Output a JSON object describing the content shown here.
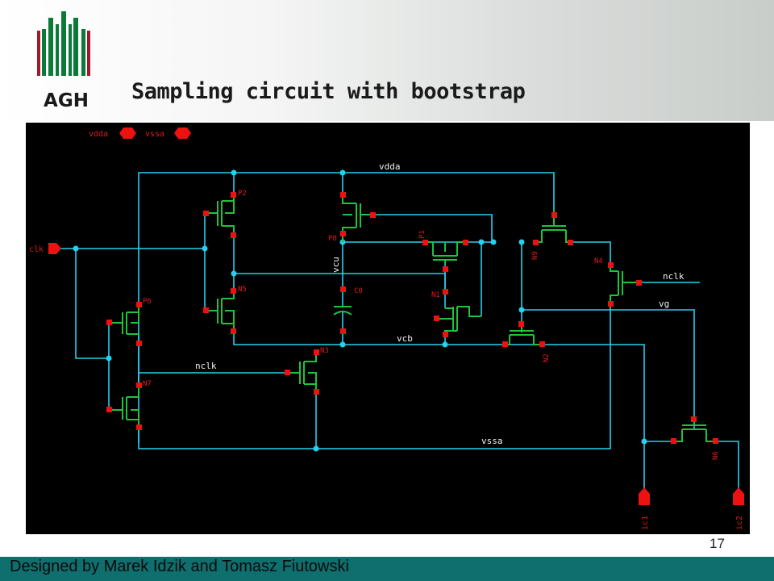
{
  "slide": {
    "title": "Sampling circuit with bootstrap",
    "page_number": "17",
    "credits": "Designed by Marek Idzik and Tomasz Fiutowski",
    "logo_text": "AGH"
  },
  "colors": {
    "wire": "#26d0f0",
    "pin": "#ee1111",
    "device": "#1dc43c",
    "label": "#e01a1a",
    "wire_label": "#f0f0f0",
    "logo_green": "#0a7a36",
    "logo_red": "#a3172c",
    "footer": "#0f6e6e"
  },
  "schematic": {
    "ports": {
      "vdda": "vdda",
      "vssa": "vssa",
      "clk": "clk",
      "ic1": "ic1",
      "ic2": "ic2"
    },
    "nets": {
      "vdda": "vdda",
      "vssa": "vssa",
      "nclk_top": "nclk",
      "nclk_right": "nclk",
      "vg": "vg",
      "vcb": "vcb",
      "vcu": "vcu"
    },
    "devices": {
      "p2": "P2",
      "n5": "N5",
      "p8": "P8",
      "c0": "C0",
      "p1": "P1",
      "n1": "N1",
      "n9": "N9",
      "n4": "N4",
      "p6": "P6",
      "n7": "N7",
      "n3": "N3",
      "n2": "N2",
      "n6": "N6"
    }
  }
}
